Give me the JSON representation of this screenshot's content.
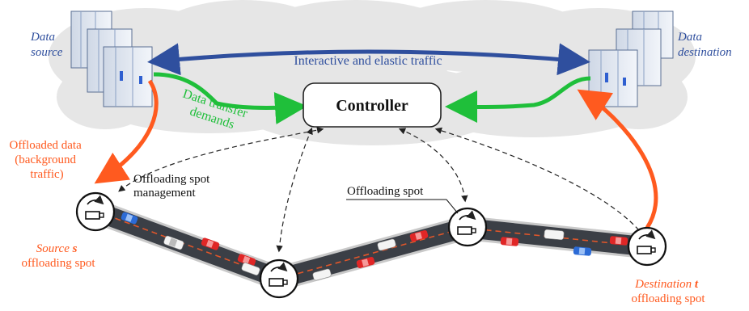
{
  "labels": {
    "data_source": [
      "Data",
      "source"
    ],
    "data_destination": [
      "Data",
      "destination"
    ],
    "interactive_traffic": "Interactive and elastic traffic",
    "data_transfer_demands": [
      "Data transfer",
      "demands"
    ],
    "controller": "Controller",
    "offloaded_data": [
      "Offloaded data",
      "(background",
      "traffic)"
    ],
    "spot_management": [
      "Offloading spot",
      "management"
    ],
    "offloading_spot": "Offloading spot",
    "source_spot": [
      "Source",
      "s",
      "offloading spot"
    ],
    "destination_spot": [
      "Destination",
      "t",
      "offloading spot"
    ]
  },
  "colors": {
    "interactive_arrow": "#2f4f9e",
    "demand_arrow": "#1fbf3a",
    "offload_arrow": "#ff5a1f",
    "road": "#3b3f46",
    "road_center": "#e0562a",
    "cloud": "#e4e4e4"
  },
  "icons": [
    "server-rack-icon",
    "offloading-spot-icon",
    "car-icon"
  ]
}
